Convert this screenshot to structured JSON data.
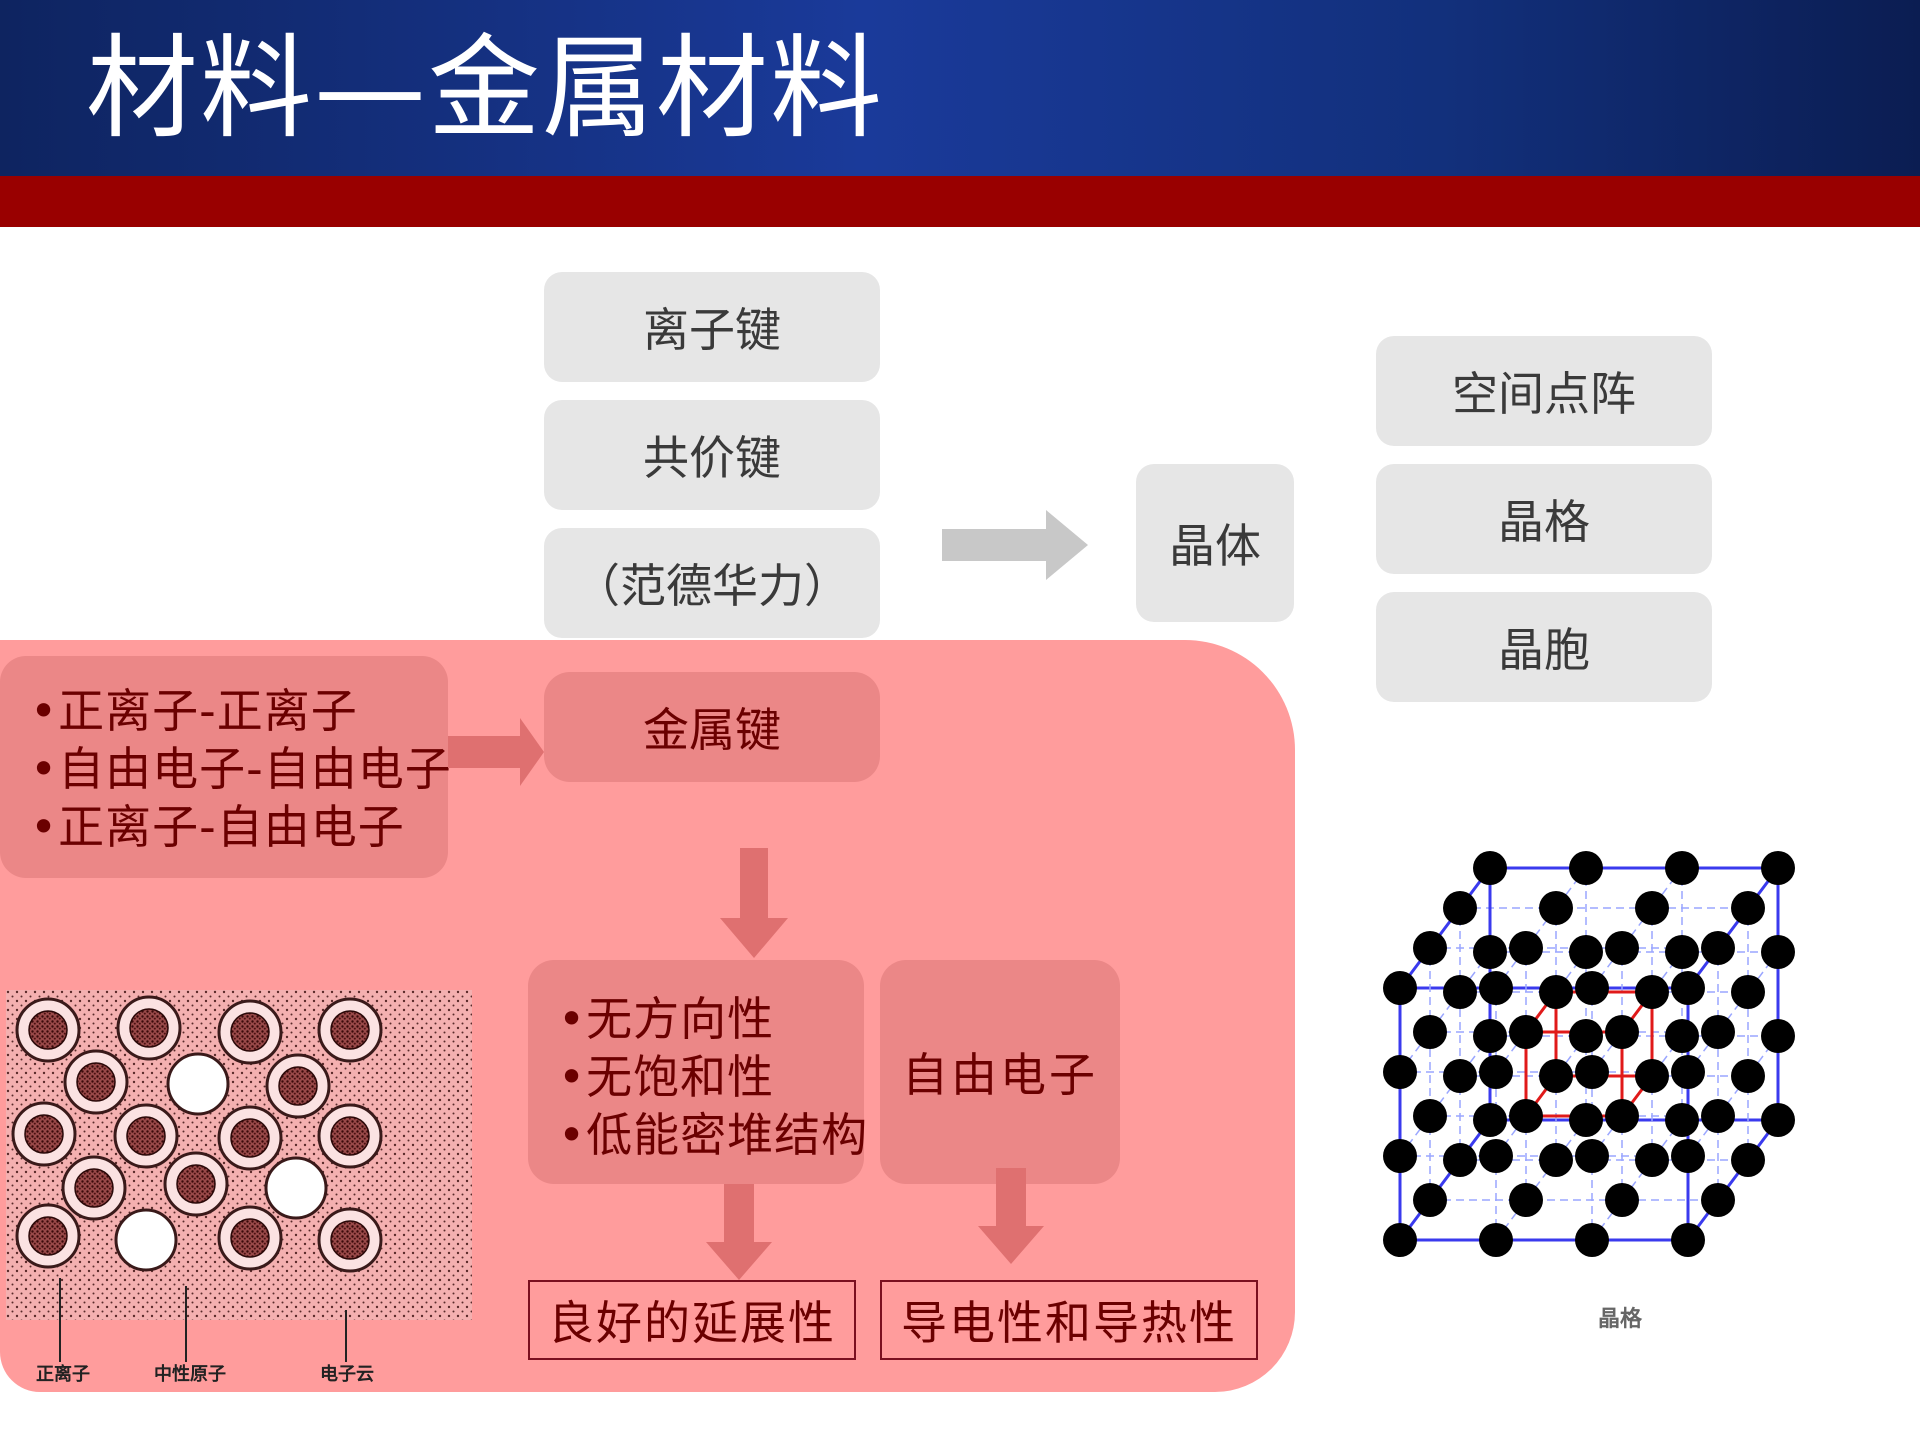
{
  "header": {
    "title": "材料—金属材料"
  },
  "bonds": {
    "ionic": "离子键",
    "covalent": "共价键",
    "vdw": "（范德华力）",
    "metallic": "金属键"
  },
  "crystal": {
    "label": "晶体",
    "lattice_space": "空间点阵",
    "lattice": "晶格",
    "unit_cell": "晶胞"
  },
  "interactions": [
    "•正离子-正离子",
    "•自由电子-自由电子",
    "•正离子-自由电子"
  ],
  "properties": [
    "•无方向性",
    "•无饱和性",
    "•低能密堆结构"
  ],
  "free_electrons": "自由电子",
  "results": {
    "ductility": "良好的延展性",
    "conductivity": "导电性和导热性"
  },
  "diagram_left": {
    "label_ion": "正离子",
    "label_neutral": "中性原子",
    "label_cloud": "电子云"
  },
  "diagram_right": {
    "caption": "晶格"
  },
  "colors": {
    "header_blue": "#1a3a9a",
    "header_red": "#990000",
    "pink_panel": "#ff9c9c",
    "dark_text": "#6b0000"
  }
}
